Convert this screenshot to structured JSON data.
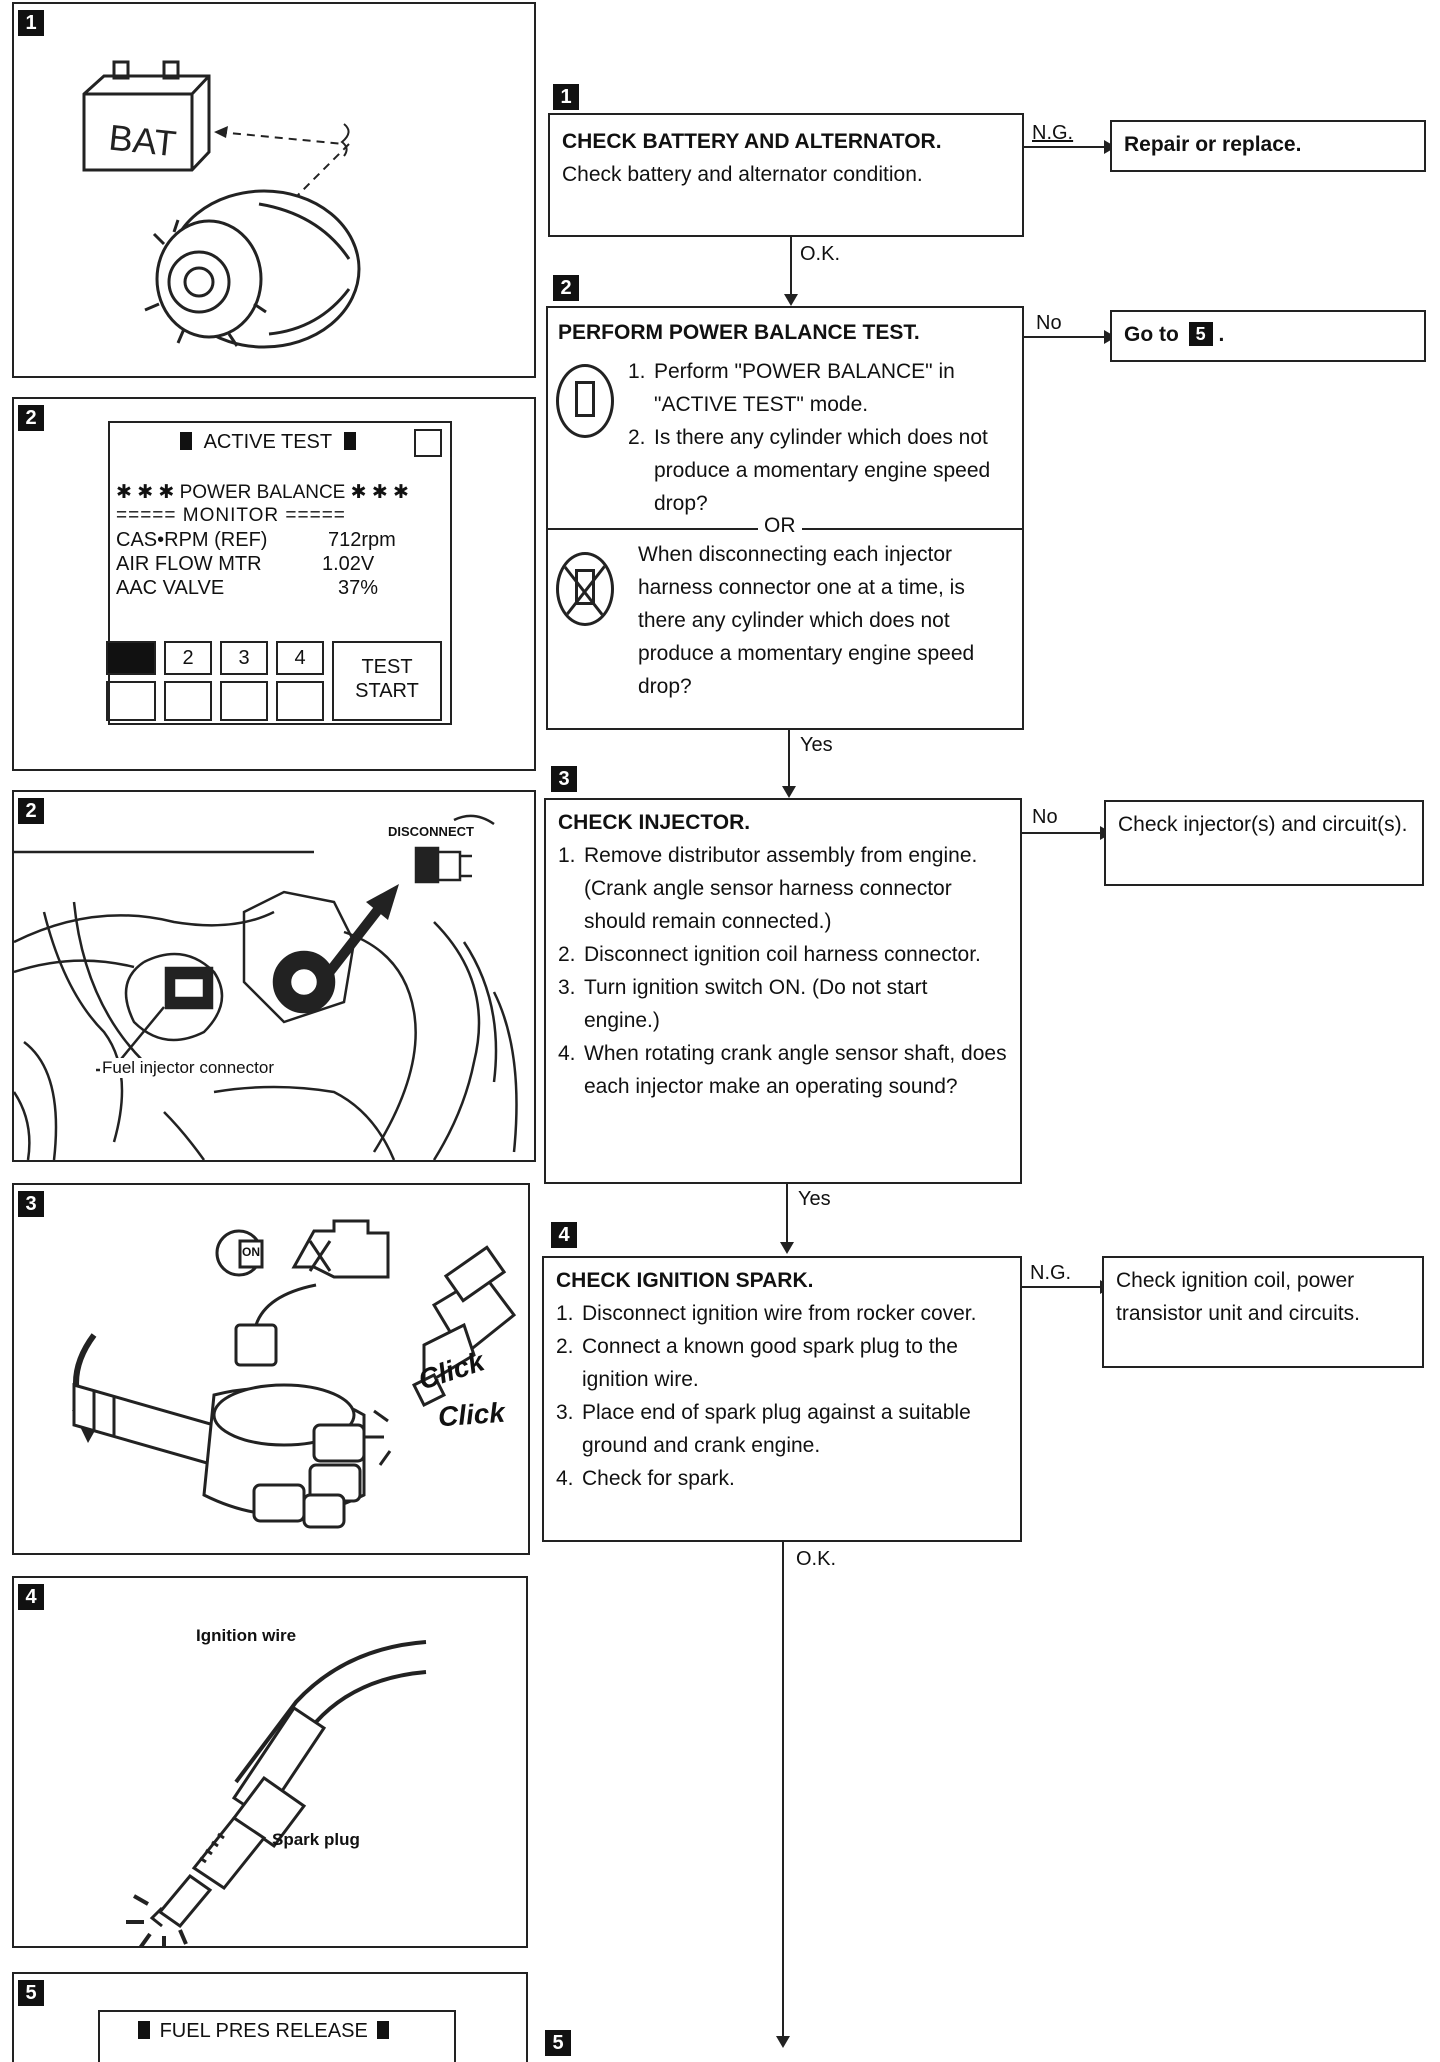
{
  "flow": {
    "step1": {
      "badge": "1",
      "title": "CHECK BATTERY AND ALTERNATOR.",
      "text": "Check battery and alternator condition.",
      "ng_label": "N.G.",
      "ng_result": "Repair or replace.",
      "ok_label": "O.K."
    },
    "step2": {
      "badge": "2",
      "title": "PERFORM POWER BALANCE TEST.",
      "items": [
        {
          "num": "1.",
          "text": "Perform \"POWER BALANCE\" in \"ACTIVE TEST\" mode."
        },
        {
          "num": "2.",
          "text": "Is there any cylinder which does not produce a momentary engine speed drop?"
        }
      ],
      "or_label": "OR",
      "alt_text": "When disconnecting each injector harness connector one at a time, is there any cylinder which does not produce a momentary engine speed drop?",
      "no_label": "No",
      "no_result_prefix": "Go to",
      "no_result_badge": "5",
      "no_result_suffix": ".",
      "yes_label": "Yes"
    },
    "step3": {
      "badge": "3",
      "title": "CHECK INJECTOR.",
      "items": [
        {
          "num": "1.",
          "text": "Remove distributor assembly from engine. (Crank angle sensor harness connector should remain connected.)"
        },
        {
          "num": "2.",
          "text": "Disconnect ignition coil harness connector."
        },
        {
          "num": "3.",
          "text": "Turn ignition switch ON. (Do not start engine.)"
        },
        {
          "num": "4.",
          "text": "When rotating crank angle sensor shaft, does each injector make an operating sound?"
        }
      ],
      "no_label": "No",
      "no_result": "Check injector(s) and circuit(s).",
      "yes_label": "Yes"
    },
    "step4": {
      "badge": "4",
      "title": "CHECK IGNITION SPARK.",
      "items": [
        {
          "num": "1.",
          "text": "Disconnect ignition wire from rocker cover."
        },
        {
          "num": "2.",
          "text": "Connect a known good spark plug to the ignition wire."
        },
        {
          "num": "3.",
          "text": "Place end of spark plug against a suitable ground and crank engine."
        },
        {
          "num": "4.",
          "text": "Check for spark."
        }
      ],
      "ng_label": "N.G.",
      "ng_result": "Check ignition coil, power transistor unit and circuits.",
      "ok_label": "O.K."
    },
    "step5": {
      "badge": "5"
    }
  },
  "figures": {
    "fig1": {
      "badge": "1",
      "battery_label": "BAT"
    },
    "fig2_screen": {
      "badge": "2",
      "header": "ACTIVE TEST",
      "mode": "✱ ✱ ✱ POWER BALANCE ✱ ✱ ✱",
      "monitor": "===== MONITOR =====",
      "rows": [
        {
          "name": "CAS•RPM (REF)",
          "value": "712rpm"
        },
        {
          "name": "AIR FLOW MTR",
          "value": "1.02V"
        },
        {
          "name": "AAC VALVE",
          "value": "37%"
        }
      ],
      "buttons": [
        "2",
        "3",
        "4"
      ],
      "test_start": [
        "TEST",
        "START"
      ]
    },
    "fig2_engine": {
      "badge": "2",
      "disconnect": "DISCONNECT",
      "connector": "Fuel injector connector"
    },
    "fig3": {
      "badge": "3",
      "on_label": "ON",
      "click1": "Click",
      "click2": "Click"
    },
    "fig4": {
      "badge": "4",
      "wire": "Ignition wire",
      "plug": "Spark plug"
    },
    "fig5": {
      "badge": "5",
      "header": "FUEL PRES RELEASE"
    }
  }
}
